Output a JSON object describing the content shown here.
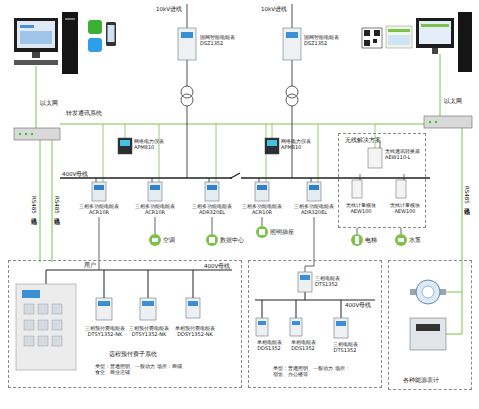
{
  "diagram": {
    "nodes": [
      {
        "text": [
          "国网智能电能表 DSZ1352"
        ]
      },
      {
        "text": [
          "国网智能电能表 DSZ1352"
        ]
      },
      {
        "text": [
          "网络电力仪表 APM810"
        ]
      },
      {
        "text": [
          "网络电力仪表 APM810"
        ]
      },
      {
        "text": [
          "无线解决方案"
        ]
      },
      {
        "text": [
          "无线通讯转换器 AEW110-L"
        ],
        "in": 4
      },
      {
        "text": [
          "无线计量模块 AEW100"
        ],
        "in": 4
      },
      {
        "text": [
          "无线计量模块 AEW100"
        ],
        "in": 4
      },
      {
        "text": [
          "三相多功能电能表 ACR10R"
        ]
      },
      {
        "text": [
          "三相多功能电能表 ACR10R"
        ]
      },
      {
        "text": [
          "三相多功能电能表 ADR320EL"
        ]
      },
      {
        "text": [
          "三相多功能电能表 ACR10R"
        ]
      },
      {
        "text": [
          "三相多功能电能表 ADR320EL"
        ]
      },
      {
        "text": [
          "远程预付费子系统",
          "类型：普通照明、一般动力 场所：商铺、食堂、商业店铺"
        ]
      },
      {
        "text": [
          "三相预付费电能表 DTSY1352-NK"
        ],
        "in": 13
      },
      {
        "text": [
          "三相预付费电能表 DTSY1352-NK"
        ],
        "in": 13
      },
      {
        "text": [
          "单相预付费电能表 DDSY1352-NK"
        ],
        "in": 13
      },
      {
        "text": [
          "类型：普通照明、一般动力 场所：宿舍、办公楼等"
        ]
      },
      {
        "text": [
          "三相电能表 DTS1352"
        ],
        "in": 17
      },
      {
        "text": [
          "单相电能表 DDS1352"
        ],
        "in": 17
      },
      {
        "text": [
          "单相电能表 DDS1352"
        ],
        "in": 17
      },
      {
        "text": [
          "三相电能表 DTS1352"
        ],
        "in": 17
      },
      {
        "text": [
          "各种能源表计"
        ]
      }
    ],
    "labels": [
      "10kV进线",
      "10kV进线",
      "以太网",
      "以太网",
      "转发通讯系统",
      "RS485通讯线",
      "RS485通讯线",
      "RS485通讯线",
      "400V母线",
      "空调",
      "数据中心",
      "照明插座",
      "电梯",
      "水泵",
      "用户",
      "400V母线",
      "400V母线"
    ]
  }
}
